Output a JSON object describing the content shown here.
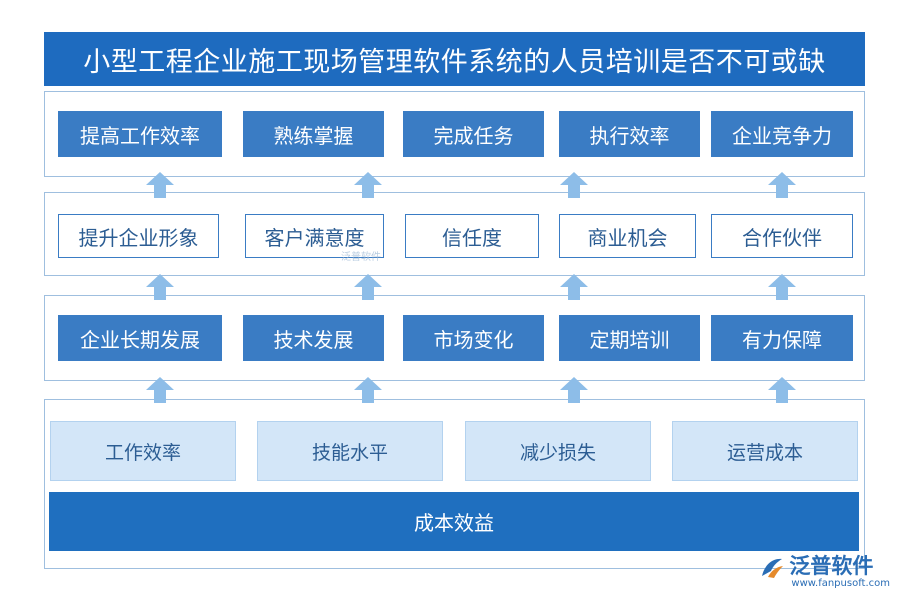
{
  "title": "小型工程企业施工现场管理软件系统的人员培训是否不可或缺",
  "row1": [
    "提高工作效率",
    "熟练掌握",
    "完成任务",
    "执行效率",
    "企业竞争力"
  ],
  "row2": [
    "提升企业形象",
    "客户满意度",
    "信任度",
    "商业机会",
    "合作伙伴"
  ],
  "row3": [
    "企业长期发展",
    "技术发展",
    "市场变化",
    "定期培训",
    "有力保障"
  ],
  "row4": [
    "工作效率",
    "技能水平",
    "减少损失",
    "运营成本"
  ],
  "base": "成本效益",
  "watermark": "泛普软件",
  "logo": {
    "name": "泛普软件",
    "url": "www.fanpusoft.com"
  },
  "colors": {
    "title_bg": "#1e6bbf",
    "dark_box": "#3a7cc4",
    "light_box": "#d3e6f8",
    "arrow": "#8dbde8",
    "base": "#1f6fbf"
  },
  "icons": {
    "arrow": "arrow-up-icon",
    "logo": "fanpu-logo-icon"
  }
}
